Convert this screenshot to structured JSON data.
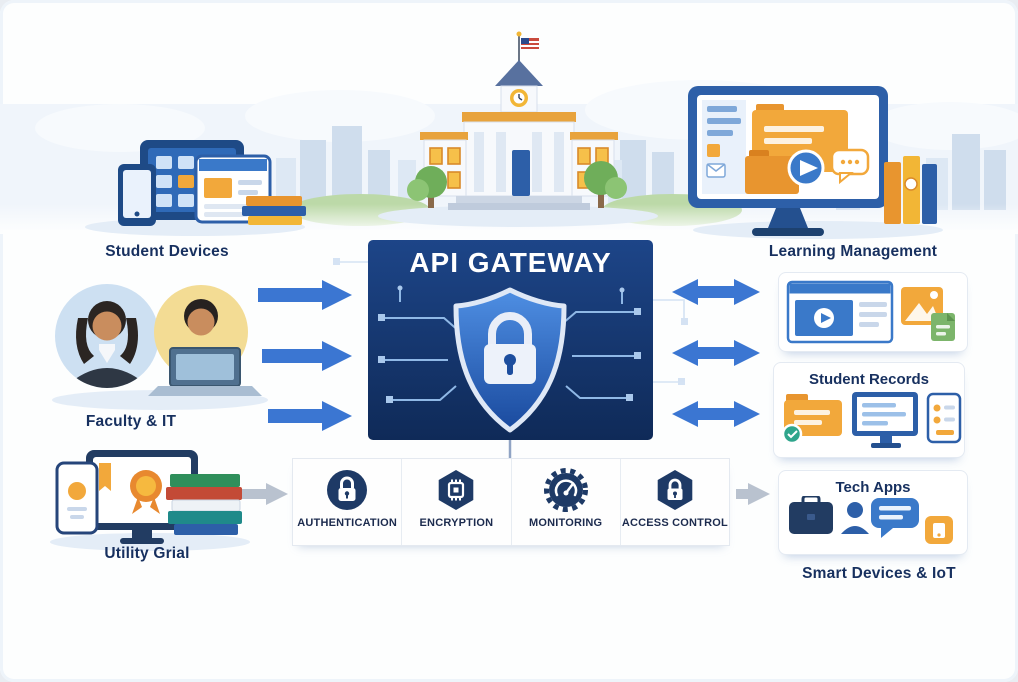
{
  "diagram": {
    "title": "API GATEWAY",
    "labels": {
      "student_devices": "Student Devices",
      "learning_management": "Learning Management",
      "faculty_it": "Faculty & IT",
      "utility_grial": "Utility Grial",
      "student_records": "Student Records",
      "tech_apps": "Tech Apps",
      "smart_devices_iot": "Smart Devices & IoT"
    },
    "features": [
      {
        "label": "AUTHENTICATION",
        "icon": "padlock-circle-icon"
      },
      {
        "label": "ENCRYPTION",
        "icon": "chip-hexagon-icon"
      },
      {
        "label": "MONITORING",
        "icon": "gauge-gear-icon"
      },
      {
        "label": "ACCESS CONTROL",
        "icon": "padlock-hexagon-icon"
      }
    ],
    "icons": {
      "gateway": "shield-padlock-icon",
      "lms_preview": "video-player-media-icons",
      "student_records": "folder-monitor-tablet-icons",
      "tech_apps": "briefcase-chat-app-icons"
    },
    "colors": {
      "gateway_navy": "#14346B",
      "shield_blue": "#2F6FD0",
      "arrow_blue": "#3B76D2",
      "label_navy": "#17305F",
      "accent_orange": "#F2A83B",
      "divider_gray": "#E4E9F0"
    }
  }
}
